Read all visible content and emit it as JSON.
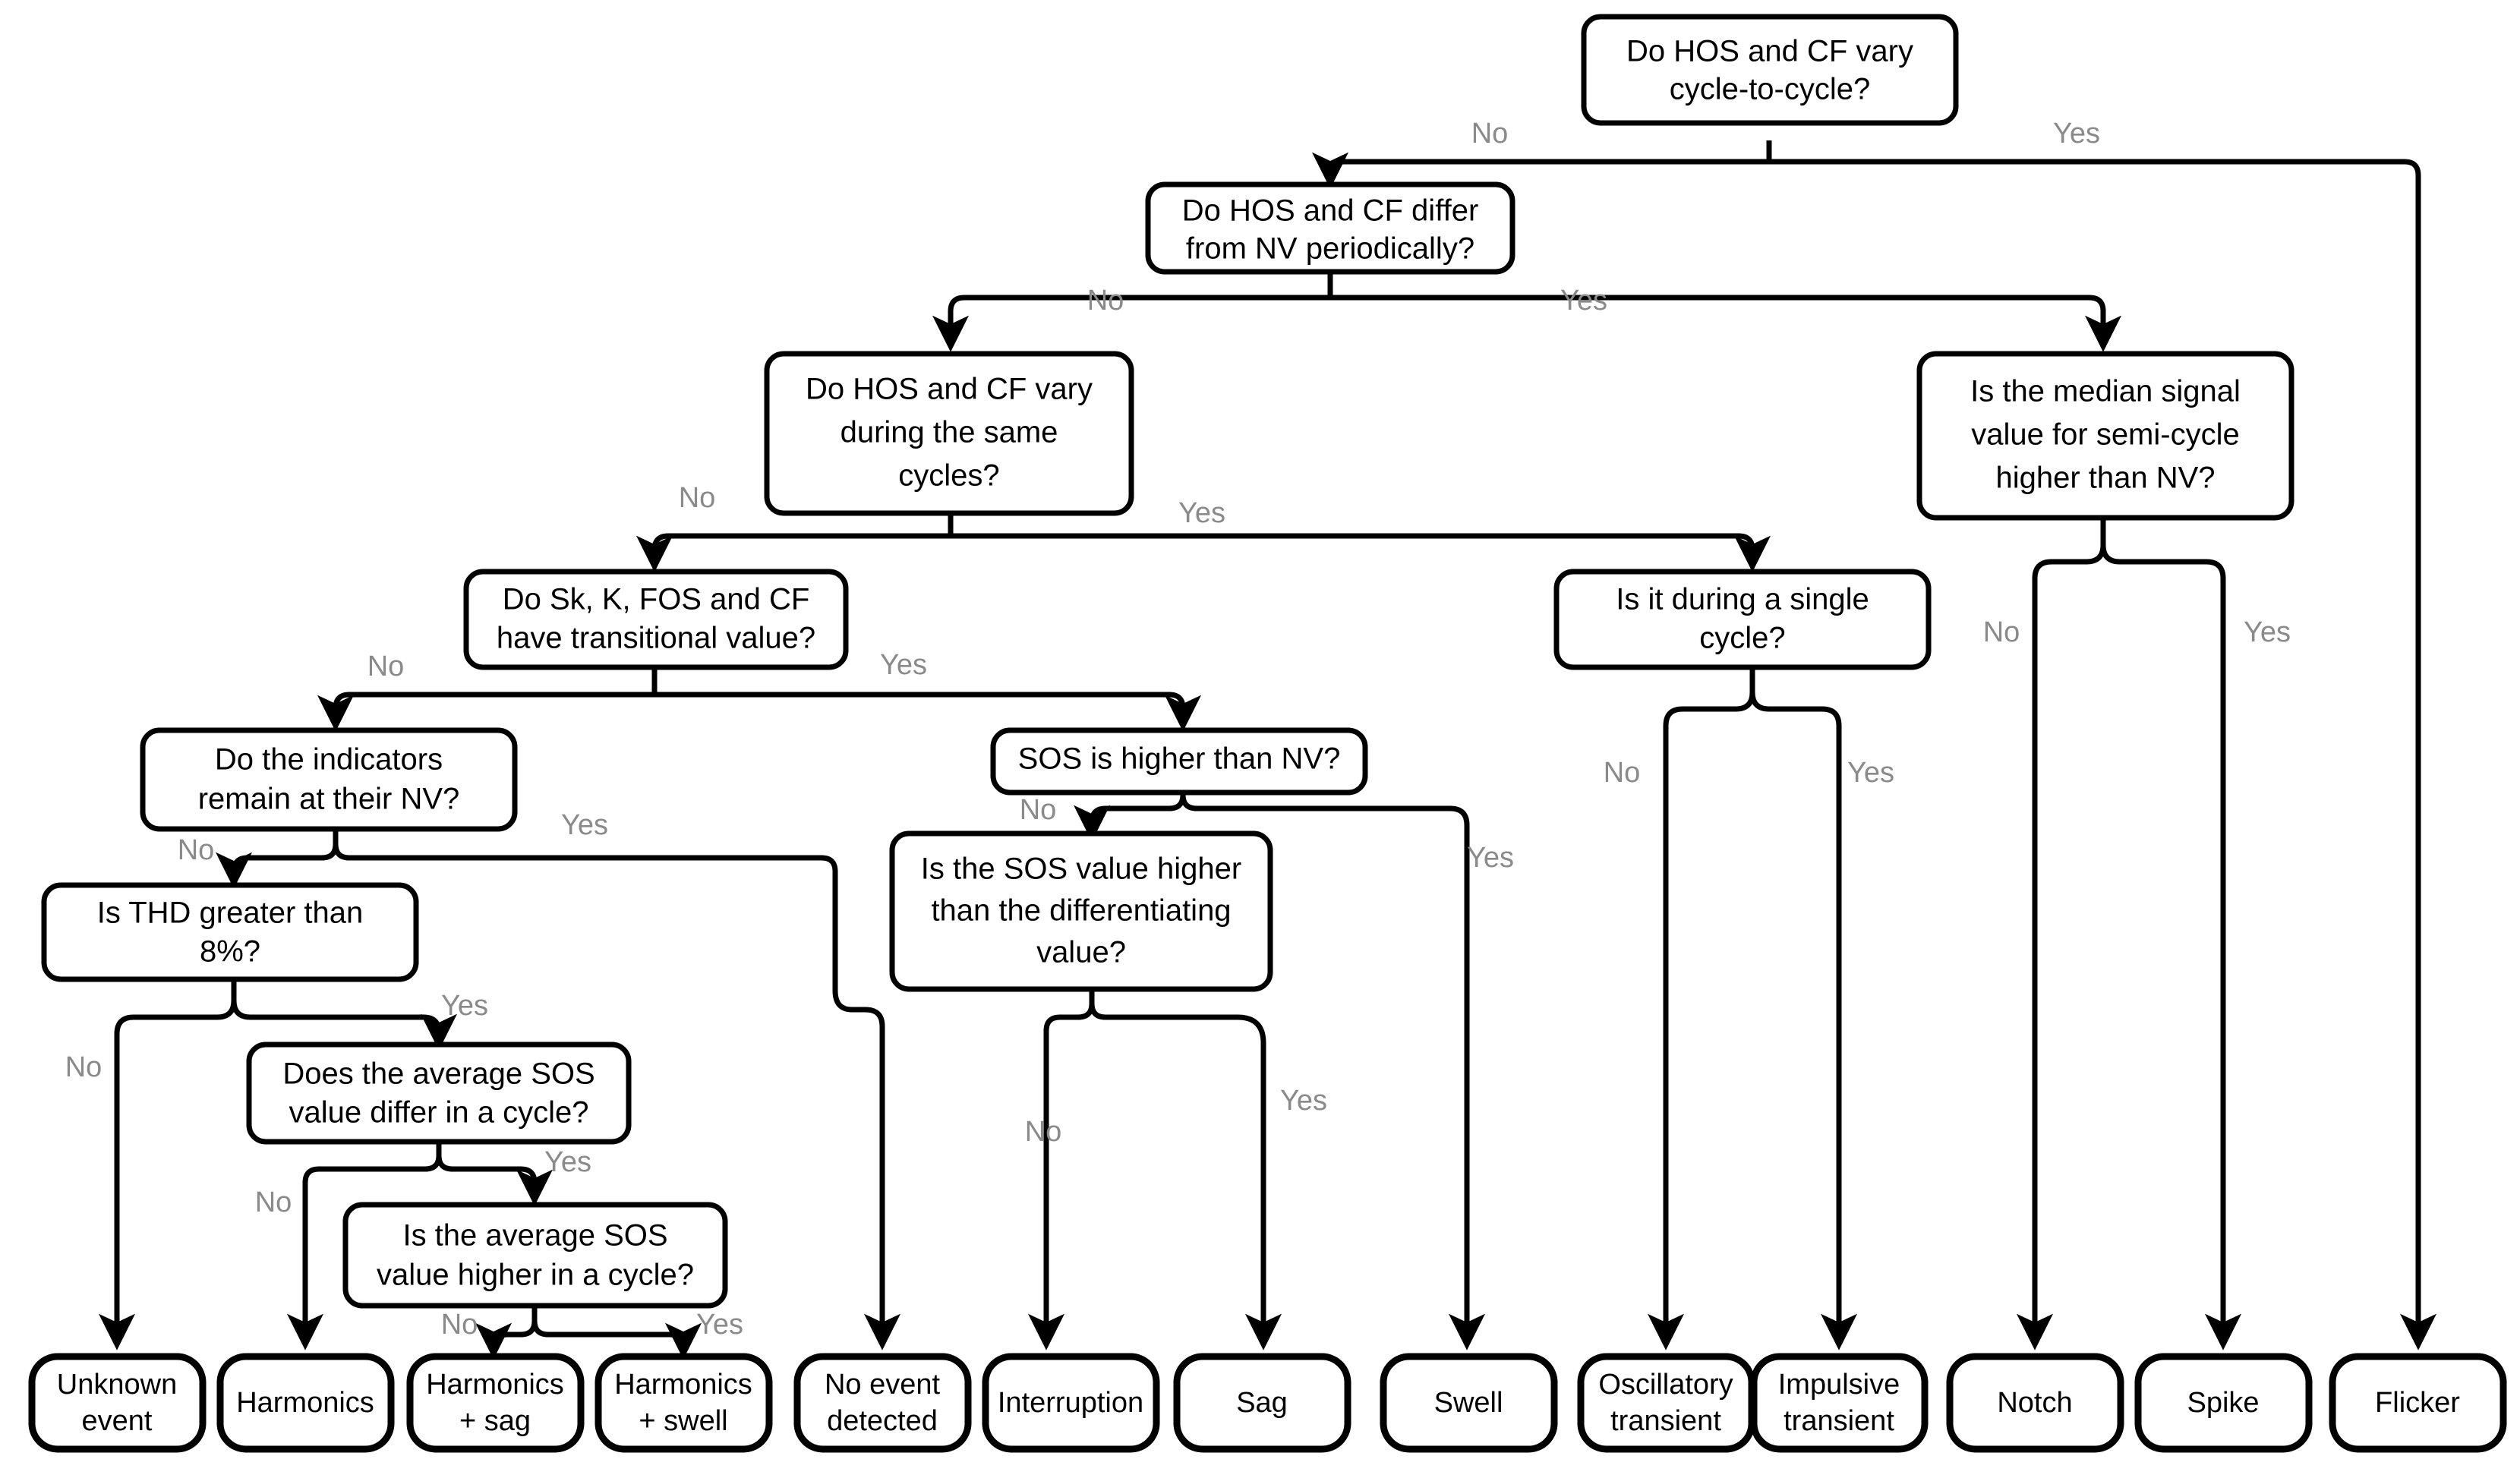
{
  "diagram": {
    "title": "Power quality event classification decision tree",
    "colors": {
      "node_stroke": "#000000",
      "node_fill": "#ffffff",
      "edge": "#000000",
      "edge_label": "#8a8a8a",
      "background": "#ffffff"
    },
    "decision_nodes": [
      {
        "id": "d1",
        "text_lines": [
          "Do HOS and CF vary",
          "cycle-to-cycle?"
        ]
      },
      {
        "id": "d2",
        "text_lines": [
          "Do HOS and CF differ",
          "from NV  periodically?"
        ]
      },
      {
        "id": "d3",
        "text_lines": [
          "Do HOS and CF vary",
          "during the same",
          "cycles?"
        ]
      },
      {
        "id": "d4",
        "text_lines": [
          "Is the median signal",
          "value for semi-cycle",
          "higher than NV?"
        ]
      },
      {
        "id": "d5",
        "text_lines": [
          "Do Sk, K, FOS and CF",
          "have transitional value?"
        ]
      },
      {
        "id": "d6",
        "text_lines": [
          "Is it during a single",
          "cycle?"
        ]
      },
      {
        "id": "d7",
        "text_lines": [
          "Do the indicators",
          "remain at their NV?"
        ]
      },
      {
        "id": "d8",
        "text_lines": [
          "SOS is higher than NV?"
        ]
      },
      {
        "id": "d9",
        "text_lines": [
          "Is THD greater than",
          "8%?"
        ]
      },
      {
        "id": "d10",
        "text_lines": [
          "Is the SOS value higher",
          "than the differentiating",
          "value?"
        ]
      },
      {
        "id": "d11",
        "text_lines": [
          "Does the average SOS",
          "value differ in a cycle?"
        ]
      },
      {
        "id": "d12",
        "text_lines": [
          "Is the average SOS",
          "value higher in a cycle?"
        ]
      }
    ],
    "terminal_nodes": [
      {
        "id": "t1",
        "text_lines": [
          "Unknown",
          "event"
        ]
      },
      {
        "id": "t2",
        "text_lines": [
          "Harmonics"
        ]
      },
      {
        "id": "t3",
        "text_lines": [
          "Harmonics",
          "+ sag"
        ]
      },
      {
        "id": "t4",
        "text_lines": [
          "Harmonics",
          "+ swell"
        ]
      },
      {
        "id": "t5",
        "text_lines": [
          "No event",
          "detected"
        ]
      },
      {
        "id": "t6",
        "text_lines": [
          "Interruption"
        ]
      },
      {
        "id": "t7",
        "text_lines": [
          "Sag"
        ]
      },
      {
        "id": "t8",
        "text_lines": [
          "Swell"
        ]
      },
      {
        "id": "t9",
        "text_lines": [
          "Oscillatory",
          "transient"
        ]
      },
      {
        "id": "t10",
        "text_lines": [
          "Impulsive",
          "transient"
        ]
      },
      {
        "id": "t11",
        "text_lines": [
          "Notch"
        ]
      },
      {
        "id": "t12",
        "text_lines": [
          "Spike"
        ]
      },
      {
        "id": "t13",
        "text_lines": [
          "Flicker"
        ]
      }
    ],
    "edge_labels": [
      {
        "id": "e1",
        "text": "No",
        "from": "d1",
        "to": "d2"
      },
      {
        "id": "e2",
        "text": "Yes",
        "from": "d1",
        "to": "t13"
      },
      {
        "id": "e3",
        "text": "No",
        "from": "d2",
        "to": "d3"
      },
      {
        "id": "e4",
        "text": "Yes",
        "from": "d2",
        "to": "d4"
      },
      {
        "id": "e5",
        "text": "No",
        "from": "d3",
        "to": "d5"
      },
      {
        "id": "e6",
        "text": "Yes",
        "from": "d3",
        "to": "d6"
      },
      {
        "id": "e7",
        "text": "No",
        "from": "d4",
        "to": "t11"
      },
      {
        "id": "e8",
        "text": "Yes",
        "from": "d4",
        "to": "t12"
      },
      {
        "id": "e9",
        "text": "No",
        "from": "d5",
        "to": "d7"
      },
      {
        "id": "e10",
        "text": "Yes",
        "from": "d5",
        "to": "d8"
      },
      {
        "id": "e11",
        "text": "No",
        "from": "d6",
        "to": "t9"
      },
      {
        "id": "e12",
        "text": "Yes",
        "from": "d6",
        "to": "t10"
      },
      {
        "id": "e13",
        "text": "No",
        "from": "d7",
        "to": "d9"
      },
      {
        "id": "e14",
        "text": "Yes",
        "from": "d7",
        "to": "t5"
      },
      {
        "id": "e15",
        "text": "No",
        "from": "d8",
        "to": "d10"
      },
      {
        "id": "e16",
        "text": "Yes",
        "from": "d8",
        "to": "t8"
      },
      {
        "id": "e17",
        "text": "No",
        "from": "d9",
        "to": "t1"
      },
      {
        "id": "e18",
        "text": "Yes",
        "from": "d9",
        "to": "d11"
      },
      {
        "id": "e19",
        "text": "No",
        "from": "d10",
        "to": "t6"
      },
      {
        "id": "e20",
        "text": "Yes",
        "from": "d10",
        "to": "t7"
      },
      {
        "id": "e21",
        "text": "No",
        "from": "d11",
        "to": "t2"
      },
      {
        "id": "e22",
        "text": "Yes",
        "from": "d11",
        "to": "d12"
      },
      {
        "id": "e23",
        "text": "No",
        "from": "d12",
        "to": "t3"
      },
      {
        "id": "e24",
        "text": "Yes",
        "from": "d12",
        "to": "t4"
      }
    ]
  }
}
